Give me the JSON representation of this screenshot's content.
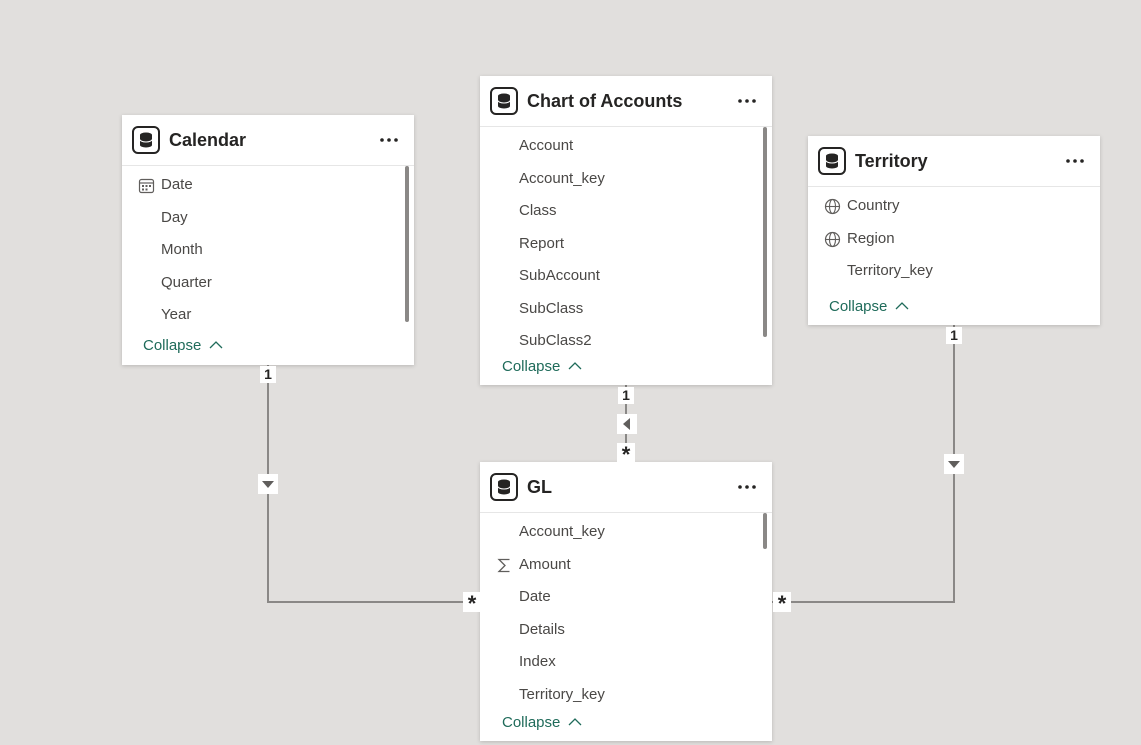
{
  "tables": {
    "calendar": {
      "title": "Calendar",
      "fields": [
        "Date",
        "Day",
        "Month",
        "Quarter",
        "Year"
      ],
      "field_icons": [
        "calendar-icon",
        "",
        "",
        "",
        ""
      ],
      "collapse_label": "Collapse"
    },
    "chart_of_accounts": {
      "title": "Chart of Accounts",
      "fields": [
        "Account",
        "Account_key",
        "Class",
        "Report",
        "SubAccount",
        "SubClass",
        "SubClass2"
      ],
      "collapse_label": "Collapse"
    },
    "territory": {
      "title": "Territory",
      "fields": [
        "Country",
        "Region",
        "Territory_key"
      ],
      "field_icons": [
        "globe-icon",
        "globe-icon",
        ""
      ],
      "collapse_label": "Collapse"
    },
    "gl": {
      "title": "GL",
      "fields": [
        "Account_key",
        "Amount",
        "Date",
        "Details",
        "Index",
        "Territory_key"
      ],
      "field_icons": [
        "",
        "sigma-icon",
        "",
        "",
        "",
        ""
      ],
      "collapse_label": "Collapse"
    }
  },
  "relationships": {
    "calendar_gl": {
      "one": "1",
      "many": "*",
      "filter_direction": "single"
    },
    "chart_of_accounts_gl": {
      "one": "1",
      "many": "*",
      "filter_direction": "single"
    },
    "territory_gl": {
      "one": "1",
      "many": "*",
      "filter_direction": "single"
    }
  },
  "more_glyph": "···",
  "colors": {
    "canvas": "#e1dfdd",
    "card": "#ffffff",
    "collapse_link": "#1f6b5a",
    "line": "#8a8886"
  }
}
